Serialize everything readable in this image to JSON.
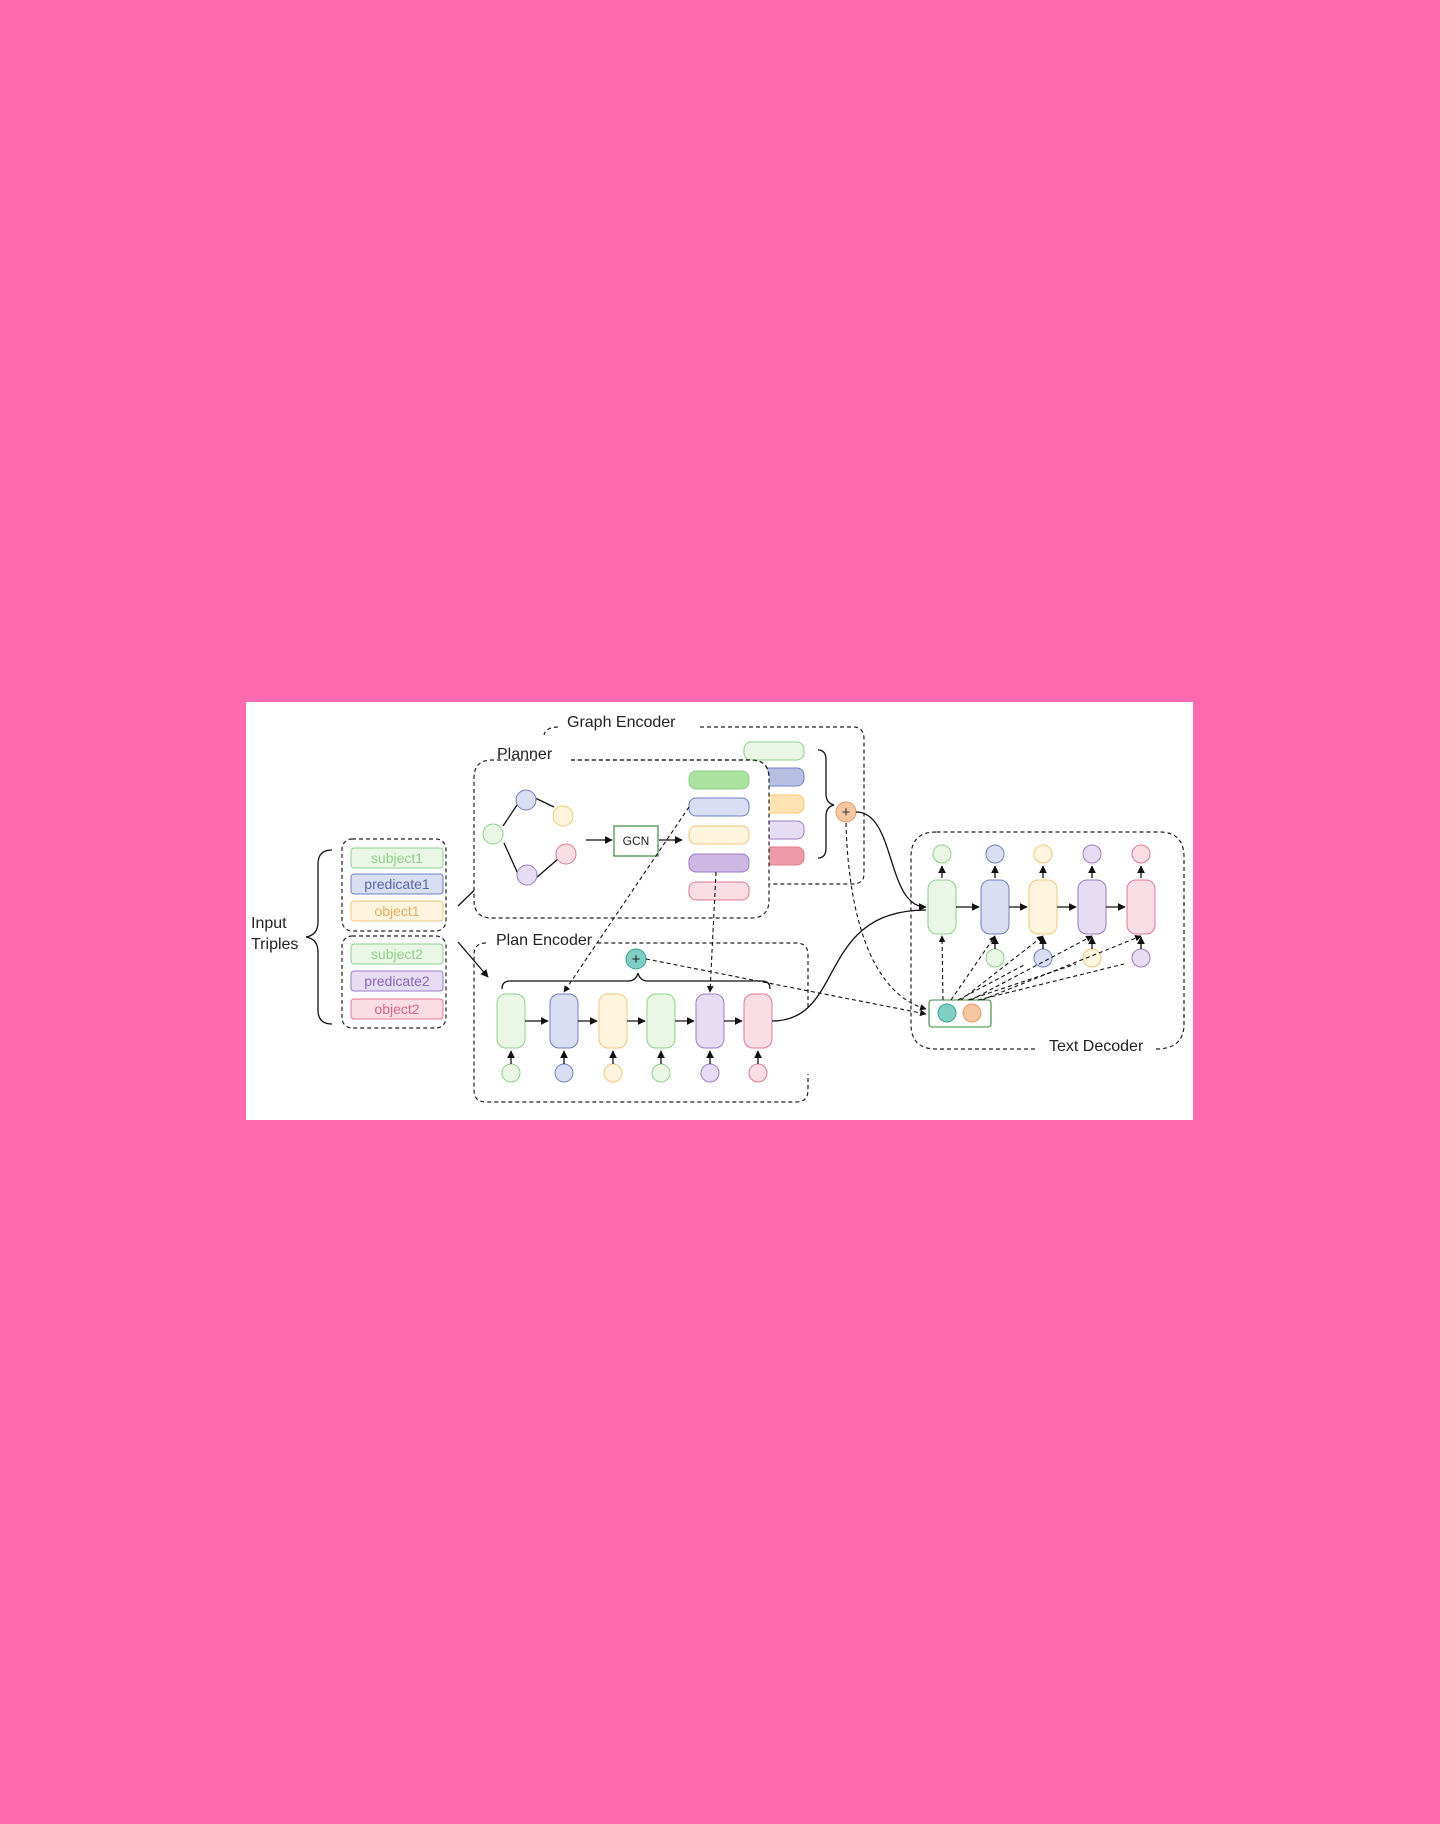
{
  "labels": {
    "input": "Input",
    "triples": "Triples",
    "graph_encoder": "Graph Encoder",
    "planner": "Planner",
    "gcn": "GCN",
    "plan_encoder": "Plan Encoder",
    "text_decoder": "Text Decoder",
    "plus": "+"
  },
  "triples": [
    {
      "subject": "subject1",
      "predicate": "predicate1",
      "object": "object1"
    },
    {
      "subject": "subject2",
      "predicate": "predicate2",
      "object": "object2"
    }
  ],
  "colors": {
    "page_bg": "#ff69af",
    "subject": "#8fd18a",
    "predicate": "#6f7fc4",
    "object": "#f2c57a",
    "predicate2": "#9b7bc7",
    "object2": "#e2788f",
    "plus_graph": "#f7c7a3",
    "plus_plan": "#7fcfc4"
  }
}
